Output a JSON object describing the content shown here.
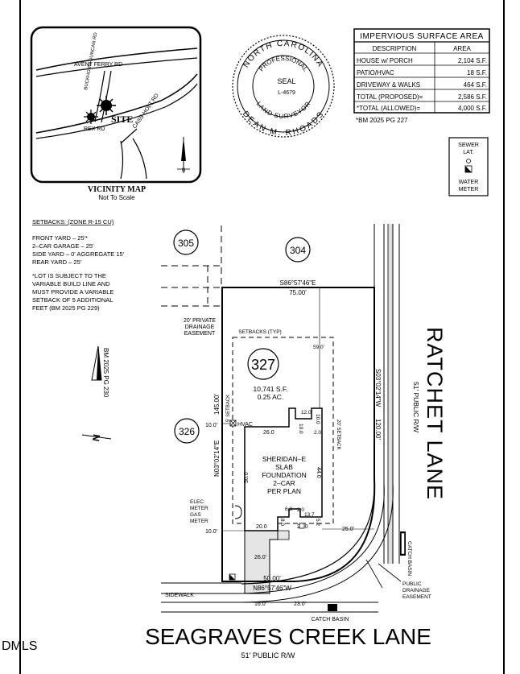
{
  "watermark": "DMLS",
  "vicinity": {
    "title": "VICINITY MAP",
    "subtitle": "Not To Scale",
    "roads": [
      "AVENT FERRY RD",
      "BUCKHORN-DUNCAN RD",
      "CASS HOLT RD",
      "REX RD"
    ],
    "site_label": "SITE",
    "north": "N"
  },
  "seal": {
    "outer_text": "NORTH CAROLINA",
    "inner_top": "PROFESSIONAL",
    "center": "SEAL",
    "license": "L-4679",
    "inner_bottom": "LAND SURVEYOR",
    "name": "DEAN M. RHOADS"
  },
  "impervious_table": {
    "title": "IMPERVIOUS SURFACE AREA",
    "headers": [
      "DESCRIPTION",
      "AREA"
    ],
    "rows": [
      [
        "HOUSE w/ PORCH",
        "2,104 S.F."
      ],
      [
        "PATIO/HVAC",
        "18 S.F."
      ],
      [
        "DRIVEWAY & WALKS",
        "464 S.F."
      ],
      [
        "TOTAL (PROPOSED)=",
        "2,586 S.F."
      ],
      [
        "*TOTAL (ALLOWED)=",
        "4,000 S.F."
      ]
    ],
    "footnote": "*BM 2025 PG 227"
  },
  "legend": {
    "sewer": [
      "SEWER",
      "LAT."
    ],
    "water": [
      "WATER",
      "METER"
    ]
  },
  "setbacks": {
    "title": "SETBACKS: (ZONE R-15 CU)",
    "lines": [
      "FRONT YARD – 25'*",
      "2–CAR GARAGE – 25'",
      "SIDE YARD – 0' AGGREGATE 15'",
      "REAR YARD – 25'"
    ],
    "note": [
      "*LOT IS SUBJECT TO THE",
      "VARIABLE BUILD LINE AND",
      "MUST PROVIDE A VARIABLE",
      "SETBACK OF 5 ADDITIONAL",
      "FEET (BM 2025 PG 229)"
    ]
  },
  "bm_note": "BM 2025 PG 230",
  "lots": {
    "neighbor_305": "305",
    "neighbor_304": "304",
    "neighbor_326": "326",
    "subject": "327",
    "subject_area_sf": "10,741 S.F.",
    "subject_area_ac": "0.25 AC."
  },
  "bearings": {
    "rear": "S86°57'46\"E",
    "rear_dist": "75.00'",
    "left": "N03°02'14\"E",
    "left_dist": "145.00'",
    "right": "S03°02'14\"W",
    "right_dist": "120.00'",
    "front": "N86°57'46\"W",
    "front_dist": "50.00'"
  },
  "house": {
    "lines": [
      "SHERIDAN–E",
      "SLAB",
      "FOUNDATION",
      "2–CAR",
      "PER PLAN"
    ],
    "hvac": "HVAC",
    "setbacks_typ": "SETBACKS (TYP)",
    "side_setback_5": "5' SETBACK",
    "side_setback_20": "20' SETBACK",
    "dims": {
      "rear_setback": "59.0'",
      "d12": "12.0",
      "d10a": "10.0",
      "d10b": "10.0",
      "d2a": "2.0",
      "d26": "26.0",
      "d44": "44.0",
      "d50": "50.0",
      "d63": "6.3",
      "d13_7": "13.7",
      "d8": "8.0",
      "d52": "5.2",
      "d20a": "20.0",
      "d20b": "20.0",
      "left_10a": "10.0'",
      "left_10b": "10.0'",
      "right_25": "25.0'",
      "drive_26": "26.0'",
      "front_16": "16.0'",
      "front_23": "23.0'",
      "d2b": "2.0"
    }
  },
  "utilities": {
    "elec_meter": [
      "ELEC.",
      "METER",
      "GAS",
      "METER"
    ],
    "drainage_left": [
      "20' PRIVATE",
      "DRAINAGE",
      "EASEMENT"
    ],
    "drainage_right": [
      "PUBLIC",
      "DRAINAGE",
      "EASEMENT"
    ],
    "catch_basin": "CATCH BASIN",
    "sidewalk": "SIDEWALK"
  },
  "streets": {
    "right_name": "RATCHET LANE",
    "right_rw": "51' PUBLIC R/W",
    "bottom_name": "SEAGRAVES CREEK LANE",
    "bottom_rw": "51' PUBLIC R/W"
  }
}
